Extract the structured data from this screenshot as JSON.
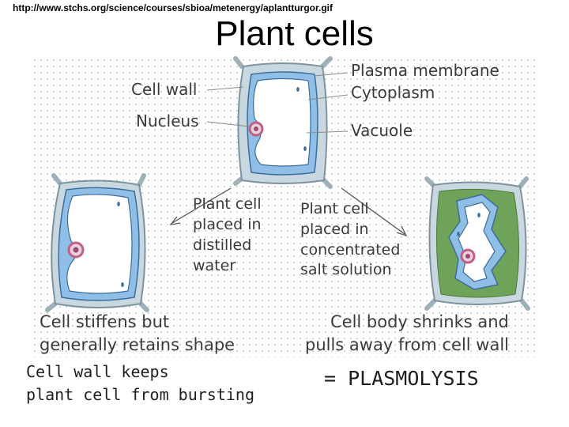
{
  "source_url": "http://www.stchs.org/science/courses/sbioa/metenergy/aplantturgor.gif",
  "title": "Plant cells",
  "labels": {
    "plasma_membrane": "Plasma membrane",
    "cytoplasm": "Cytoplasm",
    "vacuole": "Vacuole",
    "cell_wall": "Cell wall",
    "nucleus": "Nucleus"
  },
  "arrow_labels": {
    "left": [
      "Plant cell",
      "placed in",
      "distilled",
      "water"
    ],
    "right": [
      "Plant cell",
      "placed in",
      "concentrated",
      "salt solution"
    ]
  },
  "outcomes": {
    "left": [
      "Cell stiffens but",
      "generally retains shape"
    ],
    "right": [
      "Cell body shrinks and",
      "pulls away from cell wall"
    ]
  },
  "captions": {
    "left": [
      "Cell wall keeps",
      "plant cell from bursting"
    ],
    "right": "= PLASMOLYSIS"
  },
  "colors": {
    "cell_wall": "#c9d8e0",
    "cell_wall_edge": "#7e93a0",
    "cytoplasm": "#8fbfe6",
    "vacuole": "#ffffff",
    "salt_solution": "#6fa35a",
    "nucleus": "#c06088",
    "label_text": "#3a3a3a"
  }
}
